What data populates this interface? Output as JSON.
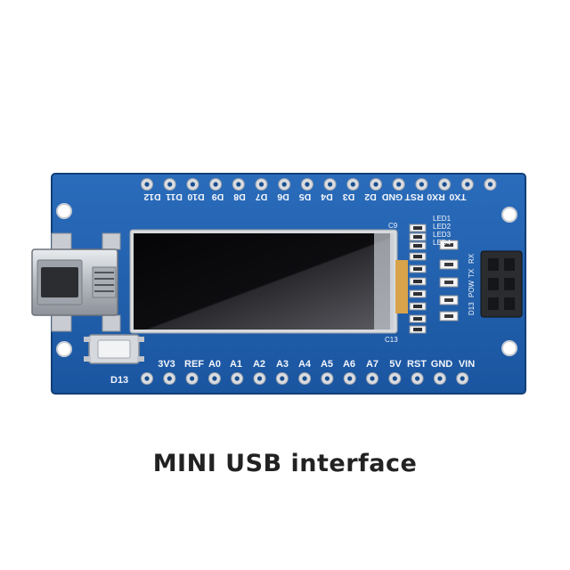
{
  "board": {
    "top_pins": [
      "D12",
      "D11",
      "D10",
      "D9",
      "D8",
      "D7",
      "D6",
      "D5",
      "D4",
      "D3",
      "D2",
      "GND",
      "RST",
      "RX0",
      "TX0"
    ],
    "bottom_pins": [
      "3V3",
      "REF",
      "A0",
      "A1",
      "A2",
      "A3",
      "A4",
      "A5",
      "A6",
      "A7",
      "5V",
      "RST",
      "GND",
      "VIN"
    ],
    "d13_label": "D13",
    "led_labels": [
      "LED1",
      "LED2",
      "LED3",
      "LED4"
    ],
    "cap_labels": [
      "C9",
      "C13"
    ],
    "side_labels": [
      "RX",
      "TX",
      "POW",
      "D13"
    ]
  },
  "caption": "MINI USB interface",
  "colors": {
    "pcb": "#1f5fae",
    "pcb_dark": "#164f94",
    "screen": "#0b0b0e",
    "pad": "#d8dbe0"
  }
}
